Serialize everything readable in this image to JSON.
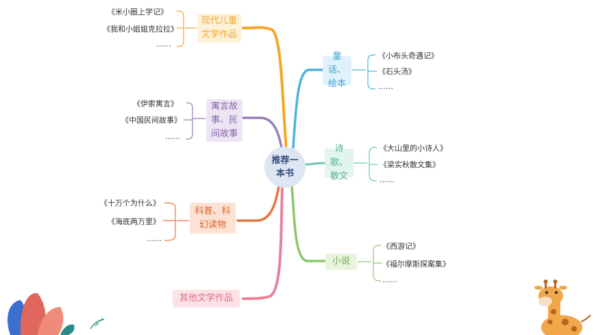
{
  "center": "推荐一本书",
  "branches": [
    {
      "id": "modern",
      "label": "现代儿童文学作品",
      "color": "#f5a623",
      "items": [
        "《米小圈上学记》",
        "《我和小姐姐克拉拉》",
        "……"
      ]
    },
    {
      "id": "fable",
      "label": "寓言故事、民间故事",
      "color": "#9b7bb8",
      "items": [
        "《伊索寓言》",
        "《中国民间故事》",
        "……"
      ]
    },
    {
      "id": "science",
      "label": "科普、科幻读物",
      "color": "#e8733a",
      "items": [
        "《十万个为什么》",
        "《海底两万里》",
        "……"
      ]
    },
    {
      "id": "other",
      "label": "其他文学作品",
      "color": "#e8829a",
      "items": []
    },
    {
      "id": "fairy",
      "label": "童话、绘本",
      "color": "#4ab3e0",
      "items": [
        "《小布头奇遇记》",
        "《石头汤》",
        "……"
      ]
    },
    {
      "id": "poetry",
      "label": "诗歌、散文",
      "color": "#6cc6b0",
      "items": [
        "《大山里的小诗人》",
        "《梁实秋散文集》",
        "……"
      ]
    },
    {
      "id": "novel",
      "label": "小说",
      "color": "#8cc56a",
      "items": [
        "《西游记》",
        "《福尔摩斯探案集》",
        "……"
      ]
    }
  ]
}
